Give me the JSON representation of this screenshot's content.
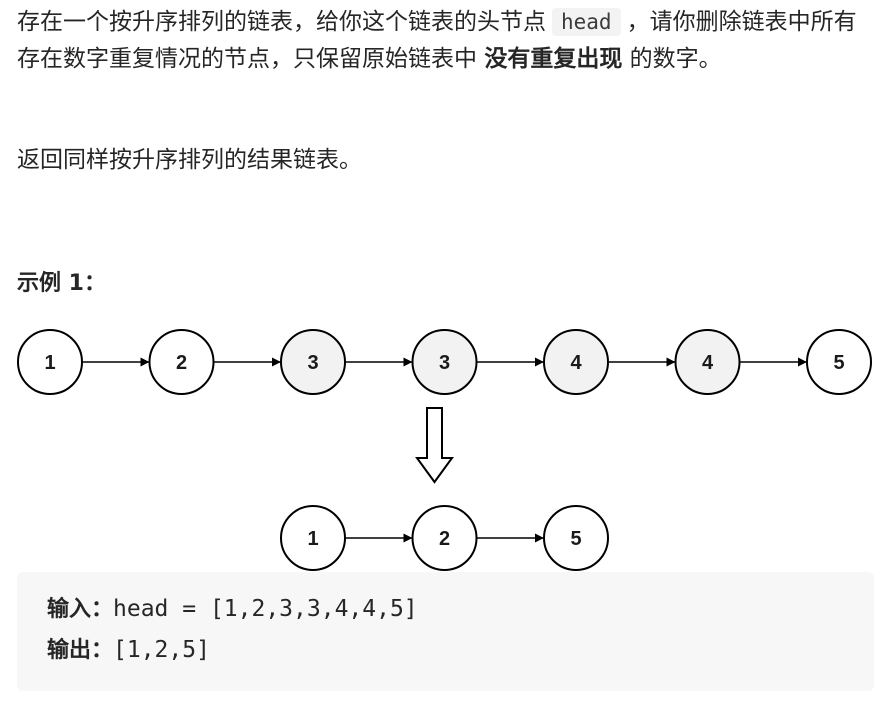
{
  "problem": {
    "p1_a": "存在一个按升序排列的链表，给你这个链表的头节点",
    "p1_code": "head",
    "p1_b": "，请你删除链表中所有存在数字重复情况的节点，只保留原始链表中",
    "p1_bold": "没有重复出现",
    "p1_c": "的数字。",
    "p2": "返回同样按升序排列的结果链表。"
  },
  "example": {
    "title": "示例 1：",
    "input_nodes": [
      "1",
      "2",
      "3",
      "3",
      "4",
      "4",
      "5"
    ],
    "input_duplicate": [
      false,
      false,
      true,
      true,
      true,
      true,
      false
    ],
    "output_nodes": [
      "1",
      "2",
      "5"
    ],
    "input_label": "输入：",
    "input_value": "head = [1,2,3,3,4,4,5]",
    "output_label": "输出：",
    "output_value": "[1,2,5]"
  },
  "colors": {
    "text": "#262626",
    "node_fill": "#ffffff",
    "node_fill_duplicate": "#f2f2f2",
    "node_stroke": "#000000",
    "code_bg": "#f3f3f3",
    "io_bg": "#f7f7f8"
  }
}
